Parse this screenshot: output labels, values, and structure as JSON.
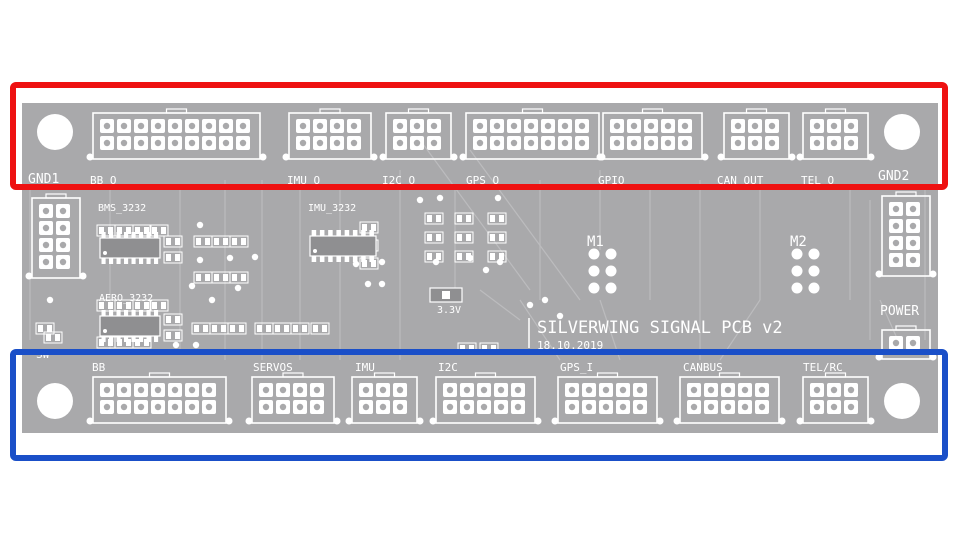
{
  "board": {
    "title": "SILVERWING SIGNAL PCB v2",
    "date": "18.10.2019",
    "colors": {
      "board": "#a9a9ab",
      "trace": "#bcbcbe",
      "silkscreen": "#ffffff",
      "pad": "#ffffff",
      "chip_body": "#8f8f91",
      "top_highlight": "#ee1111",
      "bottom_highlight": "#1a4fc8"
    },
    "side_labels": [
      "GND1",
      "GND2",
      "POWER"
    ],
    "chip_labels": [
      "BMS_3232",
      "AERO_3232",
      "IMU_3232"
    ],
    "mount_labels": [
      "M1",
      "M2"
    ],
    "voltage_label": "3.3V",
    "partial_label": "SW",
    "top_connectors": [
      "BB_O",
      "IMU_O",
      "I2C_O",
      "GPS_O",
      "GPIO",
      "CAN_OUT",
      "TEL_O"
    ],
    "bottom_connectors": [
      "BB",
      "SERVOS",
      "IMU",
      "I2C",
      "GPS_I",
      "CANBUS",
      "TEL/RC"
    ]
  }
}
